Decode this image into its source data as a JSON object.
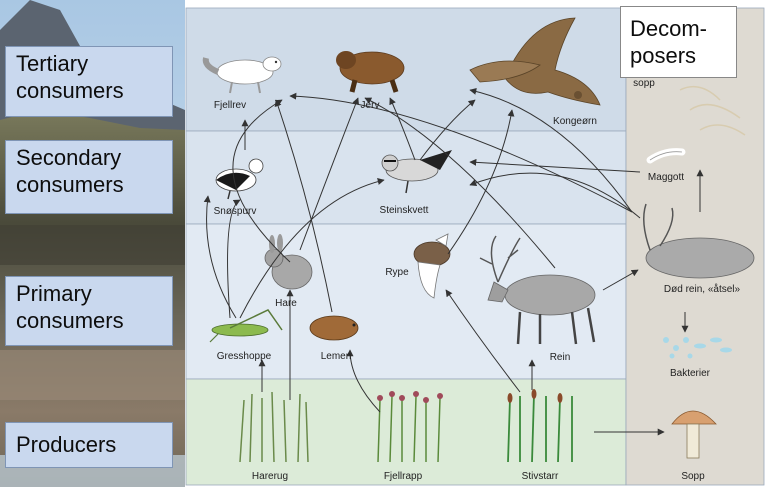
{
  "levels": {
    "tertiary": "Tertiary consumers",
    "secondary": "Secondary consumers",
    "primary": "Primary consumers",
    "producers": "Producers",
    "decomposers_line1": "Decom-",
    "decomposers_line2": "posers"
  },
  "organisms": {
    "fjellrev": "Fjellrev",
    "jerv": "Jerv",
    "kongeorn": "Kongeørn",
    "snospurv": "Snøspurv",
    "steinskvett": "Steinskvett",
    "hare": "Hare",
    "rype": "Rype",
    "gresshoppe": "Gresshoppe",
    "lemen": "Lemen",
    "rein": "Rein",
    "harerug": "Harerug",
    "fjellrapp": "Fjellrapp",
    "stivstarr": "Stivstarr",
    "sopp_top": "sopp",
    "maggott": "Maggott",
    "dod_rein": "Død rein, «åtsel»",
    "bakterier": "Bakterier",
    "sopp": "Sopp"
  },
  "colors": {
    "band_tertiary": "#cfdbe8",
    "band_secondary": "#d9e3ee",
    "band_primary": "#e2eaf3",
    "band_producers": "#dcebd8",
    "decomposer_column": "#dedad2",
    "label_box": "#c9d8ee"
  }
}
